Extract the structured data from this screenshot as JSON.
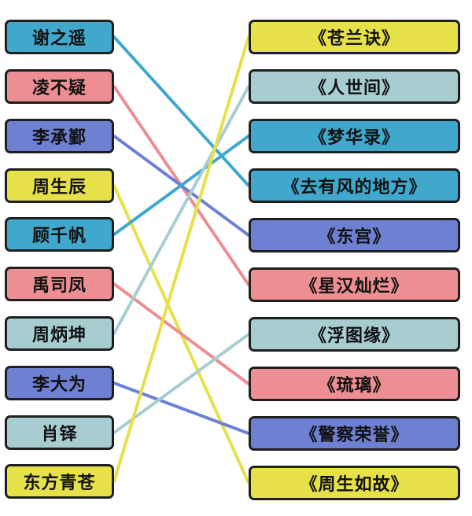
{
  "colors": {
    "blue": "#3fa8cc",
    "pink": "#ec8e92",
    "indigo": "#6e80d2",
    "yellow": "#e6e049",
    "teal": "#a8cdd1"
  },
  "left": [
    {
      "label": "谢之遥",
      "color": "blue"
    },
    {
      "label": "凌不疑",
      "color": "pink"
    },
    {
      "label": "李承鄞",
      "color": "indigo"
    },
    {
      "label": "周生辰",
      "color": "yellow"
    },
    {
      "label": "顾千帆",
      "color": "blue"
    },
    {
      "label": "禹司凤",
      "color": "pink"
    },
    {
      "label": "周炳坤",
      "color": "teal"
    },
    {
      "label": "李大为",
      "color": "indigo"
    },
    {
      "label": "肖铎",
      "color": "teal"
    },
    {
      "label": "东方青苍",
      "color": "yellow"
    }
  ],
  "right": [
    {
      "label": "《苍兰诀》",
      "color": "yellow"
    },
    {
      "label": "《人世间》",
      "color": "teal"
    },
    {
      "label": "《梦华录》",
      "color": "blue"
    },
    {
      "label": "《去有风的地方》",
      "color": "blue"
    },
    {
      "label": "《东宫》",
      "color": "indigo"
    },
    {
      "label": "《星汉灿烂》",
      "color": "pink"
    },
    {
      "label": "《浮图缘》",
      "color": "teal"
    },
    {
      "label": "《琉璃》",
      "color": "pink"
    },
    {
      "label": "《警察荣誉》",
      "color": "indigo"
    },
    {
      "label": "《周生如故》",
      "color": "yellow"
    }
  ],
  "connections": [
    {
      "from": 0,
      "to": 3,
      "color": "blue"
    },
    {
      "from": 1,
      "to": 5,
      "color": "pink"
    },
    {
      "from": 2,
      "to": 4,
      "color": "indigo"
    },
    {
      "from": 3,
      "to": 9,
      "color": "yellow"
    },
    {
      "from": 4,
      "to": 2,
      "color": "blue"
    },
    {
      "from": 5,
      "to": 7,
      "color": "pink"
    },
    {
      "from": 6,
      "to": 1,
      "color": "teal"
    },
    {
      "from": 7,
      "to": 8,
      "color": "indigo"
    },
    {
      "from": 8,
      "to": 6,
      "color": "teal"
    },
    {
      "from": 9,
      "to": 0,
      "color": "yellow"
    }
  ]
}
